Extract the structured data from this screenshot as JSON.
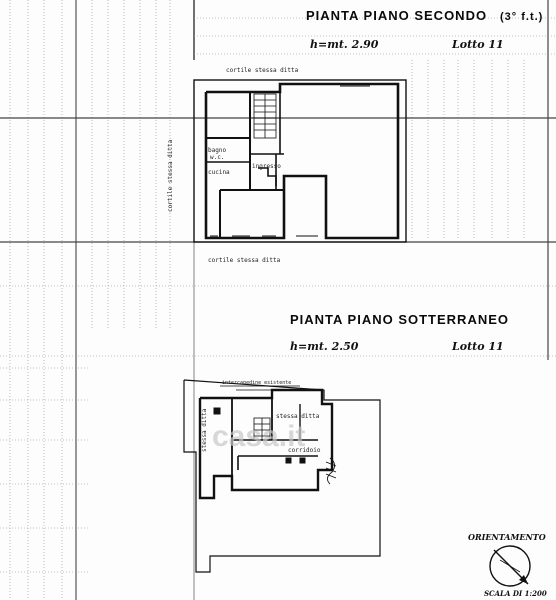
{
  "plan_upper": {
    "title": "PIANTA PIANO SECONDO",
    "title_suffix": "(3° f.t.)",
    "height_label": "h=mt. 2.90",
    "lot_label": "Lotto 11",
    "courtyard_top": "cortile stessa ditta",
    "courtyard_side": "cortile stessa ditta",
    "courtyard_bottom": "cortile stessa ditta",
    "room_bath": "bagno",
    "room_wc": "w.c.",
    "room_entry": "ingresso",
    "room_kitchen": "cucina"
  },
  "plan_lower": {
    "title": "PIANTA PIANO SOTTERRANEO",
    "height_label": "h=mt. 2.50",
    "lot_label": "Lotto 11",
    "note_top": "intercapedine esistente",
    "room_right": "stessa ditta",
    "room_left": "stessa ditta",
    "corridor": "corridoio"
  },
  "orientation": {
    "label": "ORIENTAMENTO",
    "scale": "SCALA DI 1:200"
  },
  "watermark": "casa.it",
  "colors": {
    "ink": "#111111",
    "paper": "#fdfdfd",
    "grid": "#9a9a9a"
  }
}
